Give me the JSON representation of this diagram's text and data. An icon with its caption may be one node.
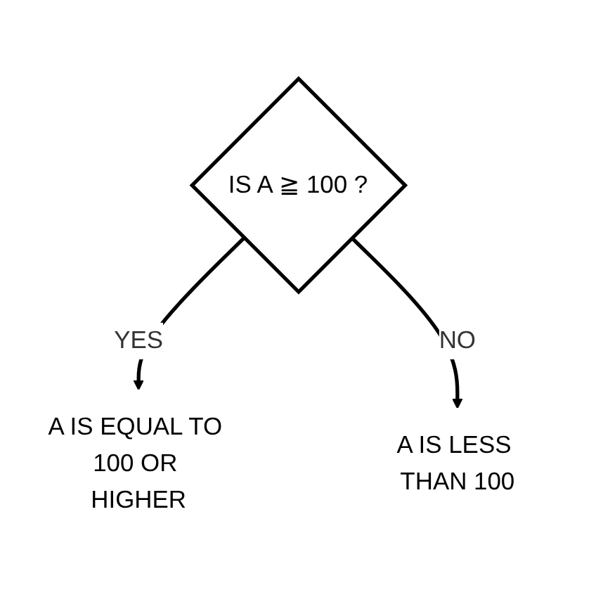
{
  "diagram": {
    "nodes": [
      {
        "text": [
          "IS A ≧ 100 ?"
        ]
      },
      {
        "text": [
          "A IS EQUAL TO 100 OR HIGHER"
        ]
      },
      {
        "text": [
          "A IS LESS THAN 100"
        ]
      }
    ],
    "edges": [
      {
        "from": 0,
        "to": 1,
        "label": "YES",
        "arrow": "to"
      },
      {
        "from": 0,
        "to": 2,
        "label": "NO",
        "arrow": "to"
      }
    ]
  }
}
